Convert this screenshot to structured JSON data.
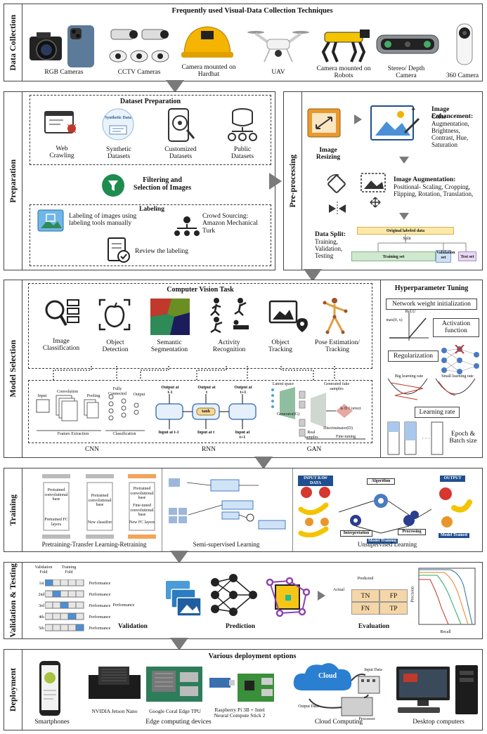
{
  "data_collection": {
    "label": "Data Collection",
    "title": "Frequently used Visual-Data Collection Techniques",
    "items": [
      "RGB Cameras",
      "CCTV Cameras",
      "Camera mounted on Hardhat",
      "UAV",
      "Camera mounted on Robots",
      "Stereo/ Depth Camera",
      "360 Camera"
    ]
  },
  "preparation": {
    "label": "Preparation",
    "dataset_title": "Dataset Preparation",
    "datasets": [
      "Web Crawling",
      "Synthetic Datasets",
      "Customized Datasets",
      "Public Datasets"
    ],
    "synthetic_icon_text": "Synthetic Data",
    "filtering": "Filtering and Selection of Images",
    "labeling_title": "Labeling",
    "labeling_manual": "Labeling of images using labeling tools manually",
    "crowd": "Crowd Sourcing: Amazon Mechanical Turk",
    "review": "Review the labeling"
  },
  "preprocessing": {
    "label": "Pre-processing",
    "resizing": "Image Resizing",
    "enhancement_title": "Image Enhancement:",
    "enhancement_body": "Color Augmentation, Brightness, Contrast, Hue, Saturation",
    "augmentation_title": "Image Augmentation:",
    "augmentation_body": "Positional- Scaling, Cropping, Flipping, Rotation, Translation,",
    "split_title": "Data Split:",
    "split_body": "Training, Validation, Testing",
    "split_original": "Original labeled data",
    "split_label": "Split",
    "split_train": "Training set",
    "split_val": "Validation set",
    "split_test": "Test set"
  },
  "model_selection": {
    "label": "Model Selection",
    "cv_title": "Computer Vision Task",
    "tasks": [
      "Image Classification",
      "Object Detection",
      "Semantic Segmentation",
      "Activity Recognition",
      "Object Tracking",
      "Pose Estimation/ Tracking"
    ],
    "cnn": "CNN",
    "rnn": "RNN",
    "gan": "GAN",
    "cnn_parts": [
      "Input",
      "Convolution",
      "Pooling",
      "Fully Connected",
      "Output",
      "Feature Extraction",
      "Classification"
    ],
    "rnn_parts": [
      "Output at t-1",
      "Output at t",
      "Output at t+1",
      "tanh",
      "Input at t-1",
      "Input at t",
      "Input at t+1"
    ],
    "gan_parts": [
      "Latent space",
      "Generated fake samples",
      "Generator(G)",
      "Discriminator(D)",
      "Is D Correct",
      "Real samples",
      "Fine-tuning"
    ],
    "hyper_title": "Hyperparameter Tuning",
    "hyper_items": [
      "Network weight initialization",
      "Activation function",
      "Regularization",
      "Learning rate",
      "Epoch & Batch size"
    ],
    "relu_label": "ReLU",
    "relu_axis": "max(0, x)",
    "lr_big": "Big learning rate",
    "lr_small": "Small learning rate"
  },
  "training": {
    "label": "Training",
    "items": [
      "Pretraining-Transfer Learning-Retraining",
      "Semi-supervised Learning",
      "Unsupervised Learning"
    ],
    "pt_boxes": [
      "Pretrained convolutional base",
      "Pretrained FC layers",
      "Pretrained convolutional base",
      "New classifier",
      "Pretrained convolutional base",
      "Fine-tuned convolutional base",
      "New FC layers"
    ],
    "unsup_parts": [
      "INPUT RAW DATA",
      "Algorithm",
      "Interpretation",
      "Processing",
      "OUTPUT",
      "Model Training",
      "Model Trained"
    ]
  },
  "validation": {
    "label": "Validation & Testing",
    "items": [
      "Validation",
      "Prediction",
      "Evaluation"
    ],
    "fold_headers": [
      "Validation Fold",
      "Training Fold"
    ],
    "folds": [
      "1st",
      "2nd",
      "3rd",
      "4th",
      "5th"
    ],
    "perf": "Performance",
    "conf_predicted": "Predicted",
    "conf_actual": "Actual",
    "conf_cells": [
      "TN",
      "FP",
      "FN",
      "TP"
    ],
    "pr_xlabel": "Recall",
    "pr_ylabel": "Precision"
  },
  "deployment": {
    "label": "Deployment",
    "title": "Various deployment options",
    "items": [
      "Smartphones",
      "Edge computing devices",
      "Cloud Computing",
      "Desktop computers"
    ],
    "edge_devices": [
      "NVIDIA Jetson Nano",
      "Google Coral Edge TPU",
      "Raspberry Pi 3B + Intel Neural Compute Stick 2"
    ],
    "cloud_text": "Cloud",
    "cloud_parts": [
      "Input Data",
      "Output Data",
      "Processor"
    ]
  }
}
